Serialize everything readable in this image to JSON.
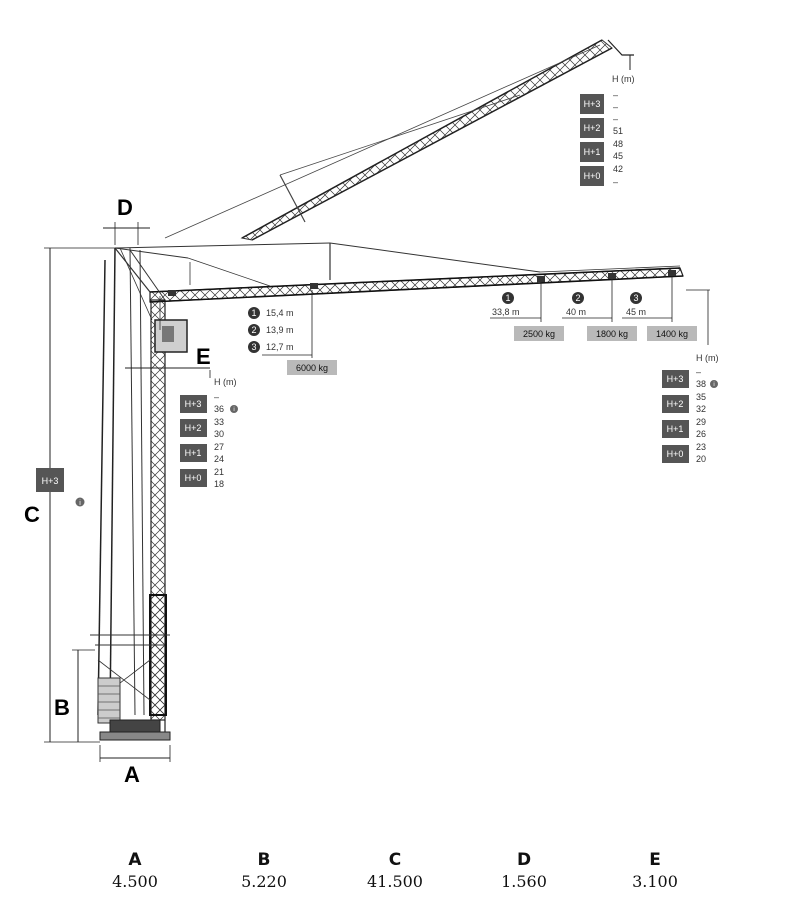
{
  "dimension_labels": {
    "a": "A",
    "b": "B",
    "c": "C",
    "d": "D",
    "e": "E"
  },
  "dimension_values": {
    "a": "4.500",
    "b": "5.220",
    "c": "41.500",
    "d": "1.560",
    "e": "3.100"
  },
  "heights_unit": "H (m)",
  "levels": [
    "H+3",
    "H+2",
    "H+1",
    "H+0"
  ],
  "raised_jib_table": {
    "values": [
      "–",
      "–",
      "–",
      "51",
      "48",
      "45",
      "42",
      "–"
    ]
  },
  "tower_table": {
    "values": [
      "–",
      "36",
      "33",
      "30",
      "27",
      "24",
      "21",
      "18"
    ]
  },
  "jib_table": {
    "values": [
      "–",
      "38",
      "35",
      "32",
      "29",
      "26",
      "23",
      "20"
    ]
  },
  "info_marker": "i",
  "near_jib_loads": {
    "markers": [
      "1",
      "2",
      "3"
    ],
    "radii": [
      "15,4 m",
      "13,9 m",
      "12,7 m"
    ],
    "load": "6000 kg"
  },
  "tip_loads": [
    {
      "marker": "1",
      "radius": "33,8 m",
      "load": "2500 kg"
    },
    {
      "marker": "2",
      "radius": "40 m",
      "load": "1800 kg"
    },
    {
      "marker": "3",
      "radius": "45 m",
      "load": "1400 kg"
    }
  ],
  "side_level_label": "H+3"
}
